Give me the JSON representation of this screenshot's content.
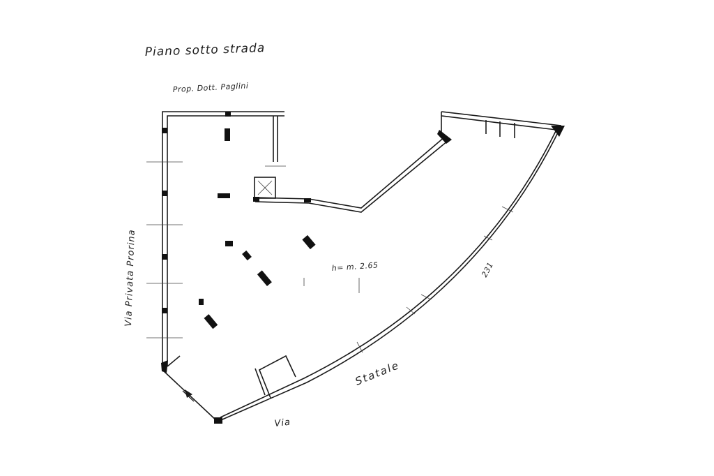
{
  "drawing": {
    "title": "Piano sotto strada",
    "owner_label": "Prop. Dott. Paglini",
    "left_street": "Via Privata Prorina",
    "height_note": "h= m. 2.65",
    "dimension_note": "231",
    "bottom_street_word1": "Statale",
    "bottom_street_word2": "Via"
  },
  "colors": {
    "ink": "#1a1a1a",
    "paper": "#ffffff"
  }
}
